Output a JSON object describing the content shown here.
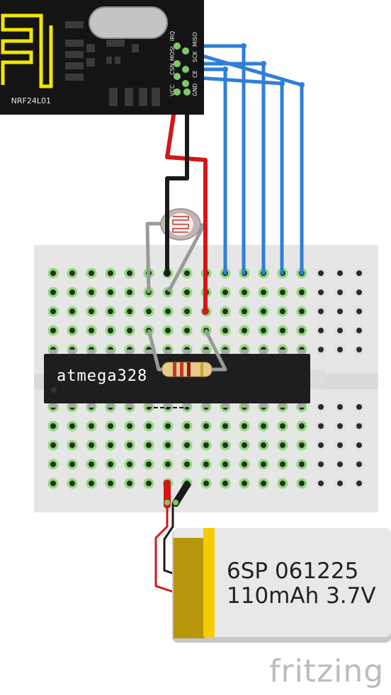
{
  "module": {
    "label": "NRF24L01",
    "pins": [
      "VCC",
      "CSN",
      "MOSI",
      "IRQ",
      "GND",
      "CE",
      "SCK",
      "MISO"
    ],
    "colors": {
      "board": "#141414",
      "antenna": "#f2e600",
      "pads": "#3a3a3a"
    }
  },
  "chip": {
    "label": "atmega328",
    "color": "#1e1e1e"
  },
  "battery": {
    "line1": "6SP 061225",
    "line2": "110mAh 3.7V",
    "colors": {
      "body": "#e8e8e8",
      "band": "#b8960c",
      "accent": "#f5cc00"
    }
  },
  "watermark": "fritzing",
  "colors": {
    "wire_blue": "#2f7fd6",
    "wire_red": "#d41616",
    "wire_black": "#1a1a1a",
    "wire_grey": "#a8a8a8",
    "hole_active": "#8fdc7a",
    "hole_normal": "#e0e0e0",
    "breadboard": "#e6e6e6"
  }
}
